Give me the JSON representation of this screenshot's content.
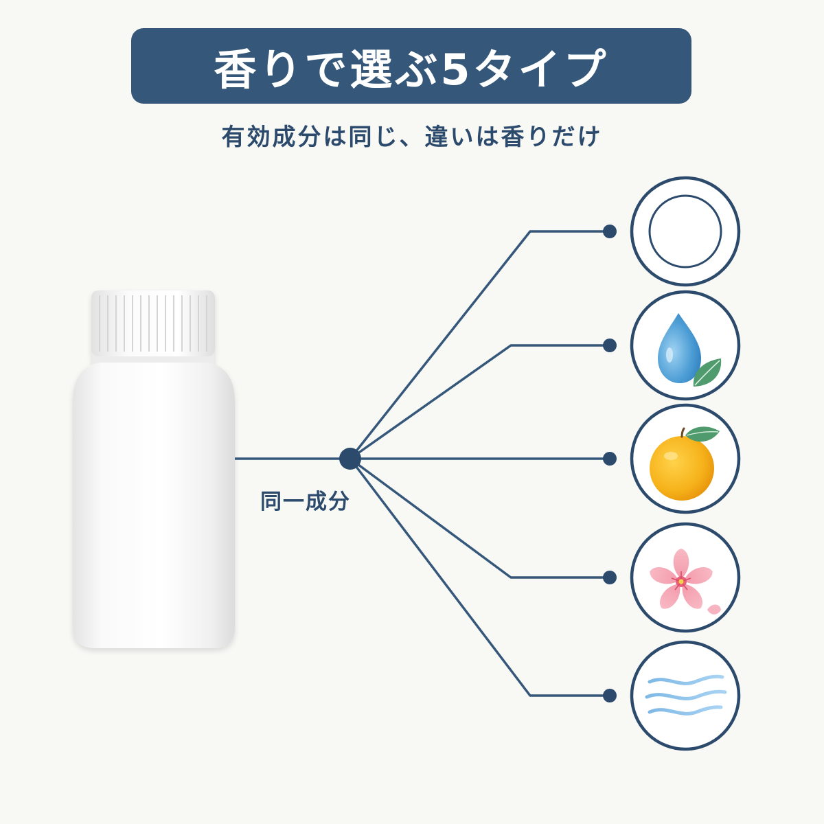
{
  "title": "香りで選ぶ5タイプ",
  "subtitle": "有効成分は同じ、違いは香りだけ",
  "hub_label": "同一成分",
  "colors": {
    "banner": "#34577a",
    "text": "#2c4a6c",
    "line": "#34577a",
    "background": "#f8f8f5"
  },
  "scent_icons": [
    {
      "icon": "plain-ring-icon"
    },
    {
      "icon": "water-drop-leaf-icon"
    },
    {
      "icon": "citrus-fruit-icon"
    },
    {
      "icon": "cherry-blossom-icon"
    },
    {
      "icon": "wind-waves-icon"
    }
  ]
}
